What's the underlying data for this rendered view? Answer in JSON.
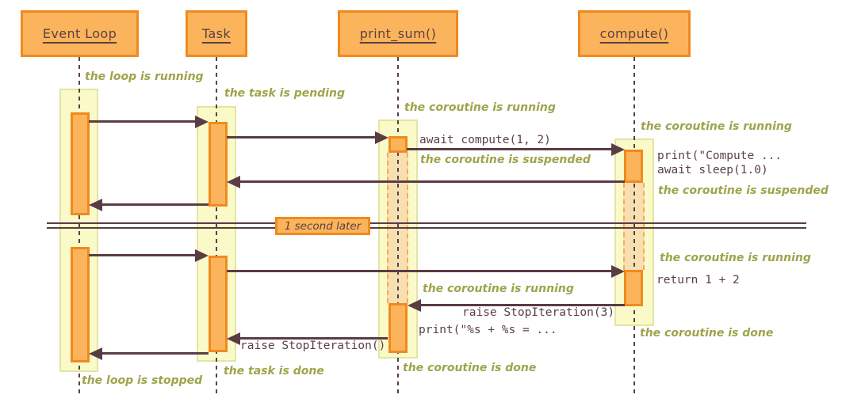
{
  "participants": [
    {
      "label": "Event Loop"
    },
    {
      "label": "Task"
    },
    {
      "label": "print_sum()"
    },
    {
      "label": "compute()"
    }
  ],
  "divider": {
    "label": "1 second later"
  },
  "annotations": {
    "loop_running": "the loop is running",
    "task_pending": "the task is pending",
    "psum_running_1": "the coroutine is running",
    "comp_running_1": "the coroutine is running",
    "psum_suspended": "the coroutine is suspended",
    "comp_suspended": "the coroutine is suspended",
    "comp_running_2": "the coroutine is running",
    "psum_running_2": "the coroutine is running",
    "comp_done": "the coroutine is done",
    "psum_done": "the coroutine is done",
    "task_done": "the task is done",
    "loop_stopped": "the loop is stopped"
  },
  "messages": {
    "await_compute": "await compute(1, 2)",
    "print_compute": "print(\"Compute ...",
    "await_sleep": "await sleep(1.0)",
    "return_sum": "return 1 + 2",
    "raise_stop_3": "raise StopIteration(3)",
    "print_result": "print(\"%s + %s = ...",
    "raise_stop": "raise StopIteration()"
  },
  "colors": {
    "box_fill": "#FBB45B",
    "box_border": "#F08A1E",
    "backdrop_fill": "#FAFAC8",
    "backdrop_border": "#E4E4A4",
    "suspended_fill": "#F8DFB2",
    "suspended_dash": "#F6A954",
    "arrow": "#5A3C44",
    "note_text": "#9EA44B",
    "code_text": "#5B4044"
  }
}
